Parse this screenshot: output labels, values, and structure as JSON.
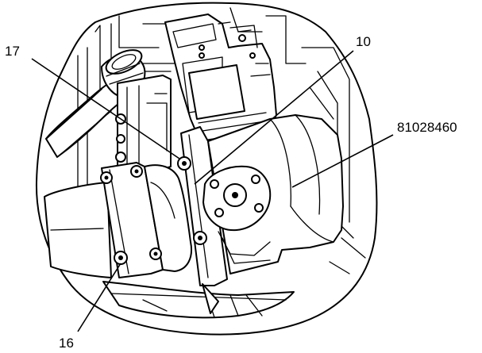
{
  "callouts": [
    {
      "id": "c17",
      "label": "17"
    },
    {
      "id": "c10",
      "label": "10"
    },
    {
      "id": "c81028460",
      "label": "81028460"
    },
    {
      "id": "c16",
      "label": "16"
    }
  ]
}
